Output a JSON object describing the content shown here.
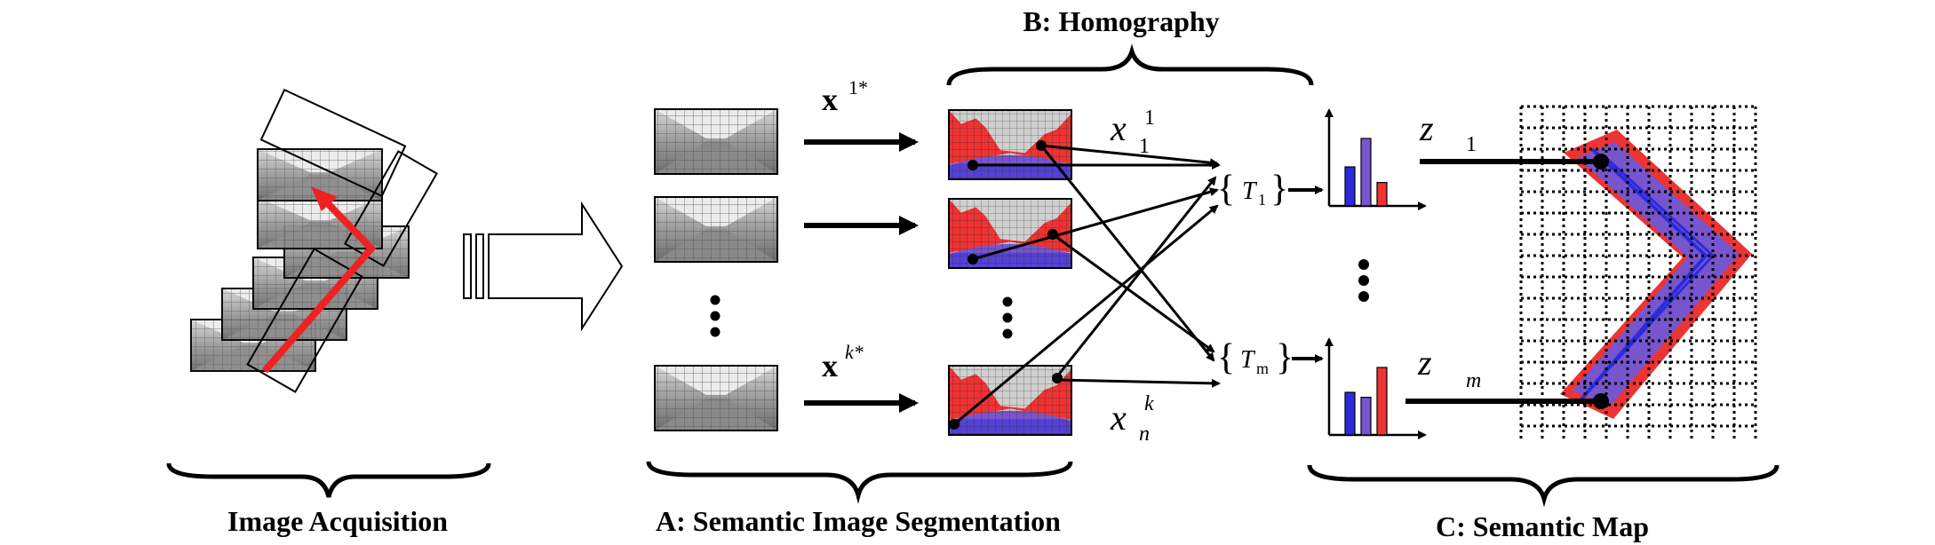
{
  "labels": {
    "acquisition": "Image Acquisition",
    "segmentation": "A: Semantic Image Segmentation",
    "homography": "B: Homography",
    "semantic_map": "C: Semantic Map"
  },
  "math": {
    "x_bold": "x",
    "x1_sup": "1*",
    "xk_sup": "k*",
    "x_ital": "x",
    "x11_sup": "1",
    "x11_sub": "1",
    "xnk_sup": "k",
    "xnk_sub": "n",
    "T": "T",
    "T1_sub": "1",
    "Tm_sub": "m",
    "z": "z",
    "z1_sub": "1",
    "zm_sub": "m"
  },
  "colors": {
    "red": "#ee3333",
    "blue": "#2b2bdd",
    "purple": "#7755cc",
    "sky": "#cfcfcf",
    "black": "#000000"
  },
  "histograms": [
    {
      "values": [
        0.55,
        0.95,
        0.33
      ],
      "colors": [
        "#2b2bdd",
        "#7755cc",
        "#ee3333"
      ]
    },
    {
      "values": [
        0.6,
        0.53,
        0.95
      ],
      "colors": [
        "#2b2bdd",
        "#7755cc",
        "#ee3333"
      ]
    }
  ]
}
